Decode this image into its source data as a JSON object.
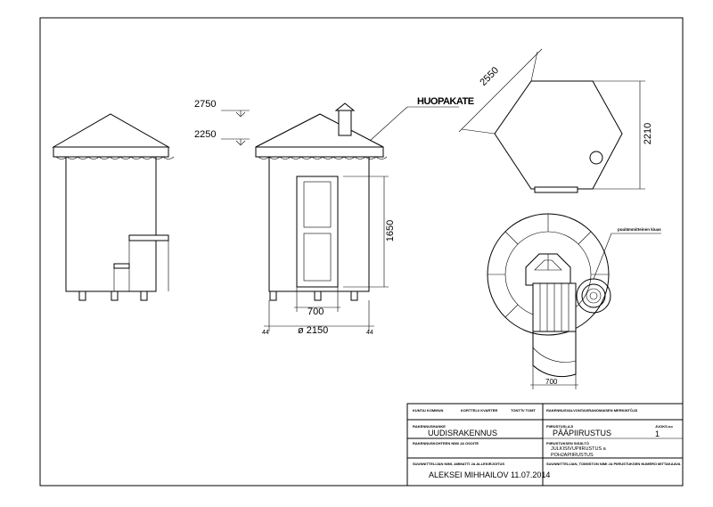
{
  "drawing": {
    "dimensions": {
      "h2750": "2750",
      "h2250": "2250",
      "h1650": "1650",
      "w700": "700",
      "d2150": "ø 2150",
      "gap_left": "44",
      "gap_right": "44",
      "diag2550": "2550",
      "w2210": "2210",
      "stair700": "700"
    },
    "labels": {
      "roof": "HUOPAKATE",
      "stove": "puulämmitteinen kiuas"
    }
  },
  "title_block": {
    "municipality_label": "KUNTA/ KOMMUN",
    "block_label": "KORTTELI/ KVARTER",
    "plot_label": "TONTTI/ TOMT",
    "approval_label": "RAKENNUSVALVONTAVIRANOMAISEN MERKINTÖJÄ",
    "project_label": "RAKENNUSHANKE",
    "project_value": "UUDISRAKENNUS",
    "type_label": "PIIRUSTUSLAJI",
    "type_value": "PÄÄPIIRUSTUS",
    "number_label": "JUOKS.no",
    "number_value": "1",
    "address_label": "RAKENNUSKOHTEEN NIMI JA OSOITE",
    "content_label": "PIIRUSTUKSEN SISÄLTÖ",
    "content_value_1": "JULKISIVUPIIRUSTUS a",
    "content_value_2": "POHJAPIIRUSTUS",
    "designer_label": "SUUNNITTELIJAN NIMI, AMMATTI JA ALLEKIRJOITUS",
    "designer_value": "ALEKSEI MIHHAILOV 11.07.2014",
    "designer2_label": "SUUNNITTELIJAN, TOIMISTON NIMI JA PIIRUSTUKSEN NUMERO",
    "scale_label": "MITTAKAAVA"
  }
}
